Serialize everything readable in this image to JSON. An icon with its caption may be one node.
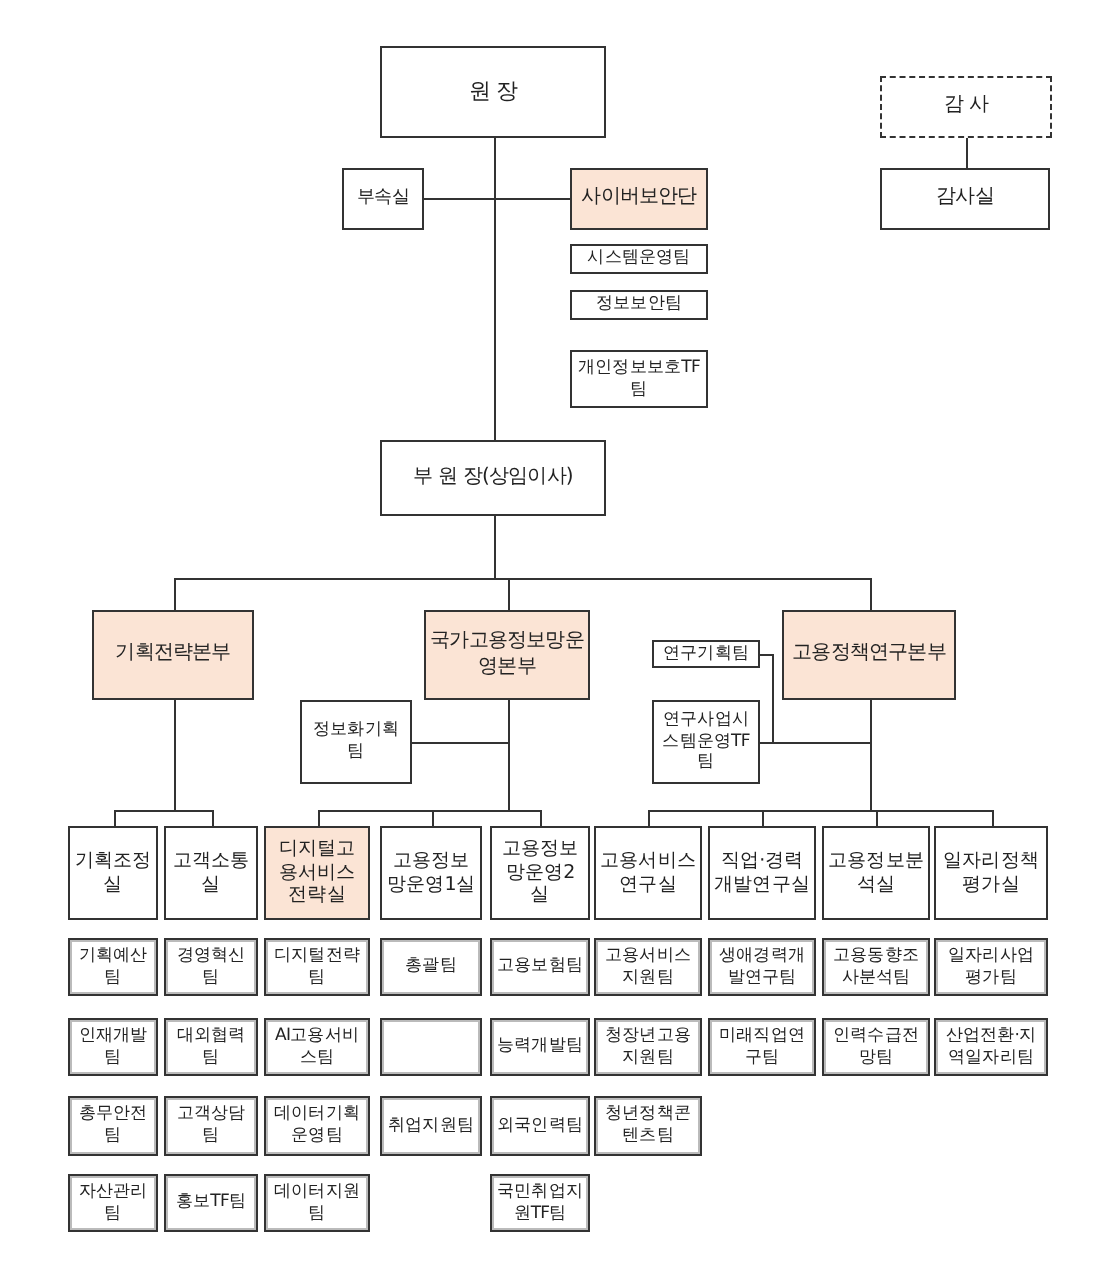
{
  "diagram": {
    "nodes": [
      {
        "text": [
          "원 장"
        ]
      },
      {
        "text": [
          "감 사"
        ]
      },
      {
        "text": [
          "부속실"
        ]
      },
      {
        "text": [
          "사이버보안단"
        ]
      },
      {
        "text": [
          "감사실"
        ]
      },
      {
        "text": [
          "시스템운영팀"
        ]
      },
      {
        "text": [
          "정보보안팀"
        ]
      },
      {
        "text": [
          "개인정보보호TF팀"
        ]
      },
      {
        "text": [
          "부 원 장(상임이사)"
        ]
      },
      {
        "text": [
          "기획전략본부"
        ]
      },
      {
        "text": [
          "국가고용정보망운영본부"
        ]
      },
      {
        "text": [
          "연구기획팀"
        ]
      },
      {
        "text": [
          "고용정책연구본부"
        ]
      },
      {
        "text": [
          "정보화기획팀"
        ]
      },
      {
        "text": [
          "연구사업시스템운영TF팀"
        ]
      },
      {
        "text": [
          "기획조정실"
        ]
      },
      {
        "text": [
          "고객소통실"
        ]
      },
      {
        "text": [
          "디지털고용서비스전략실"
        ]
      },
      {
        "text": [
          "고용정보망운영1실"
        ]
      },
      {
        "text": [
          "고용정보망운영2실"
        ]
      },
      {
        "text": [
          "고용서비스연구실"
        ]
      },
      {
        "text": [
          "직업·경력개발연구실"
        ]
      },
      {
        "text": [
          "고용정보분석실"
        ]
      },
      {
        "text": [
          "일자리정책평가실"
        ]
      },
      {
        "text": [
          "기획예산팀"
        ]
      },
      {
        "text": [
          "경영혁신팀"
        ]
      },
      {
        "text": [
          "디지털전략팀"
        ]
      },
      {
        "text": [
          "총괄팀"
        ]
      },
      {
        "text": [
          "고용보험팀"
        ]
      },
      {
        "text": [
          "고용서비스지원팀"
        ]
      },
      {
        "text": [
          "생애경력개발연구팀"
        ]
      },
      {
        "text": [
          "고용동향조사분석팀"
        ]
      },
      {
        "text": [
          "일자리사업평가팀"
        ]
      },
      {
        "text": [
          "인재개발팀"
        ]
      },
      {
        "text": [
          "대외협력팀"
        ]
      },
      {
        "text": [
          "AI고용서비스팀"
        ]
      },
      {
        "text": [],
        "shape": "box"
      },
      {
        "text": [
          "능력개발팀"
        ]
      },
      {
        "text": [
          "청장년고용지원팀"
        ]
      },
      {
        "text": [
          "미래직업연구팀"
        ]
      },
      {
        "text": [
          "인력수급전망팀"
        ]
      },
      {
        "text": [
          "산업전환·지역일자리팀"
        ]
      },
      {
        "text": [
          "총무안전팀"
        ]
      },
      {
        "text": [
          "고객상담팀"
        ]
      },
      {
        "text": [
          "데이터기획운영팀"
        ]
      },
      {
        "text": [
          "취업지원팀"
        ]
      },
      {
        "text": [
          "외국인력팀"
        ]
      },
      {
        "text": [
          "청년정책콘텐츠팀"
        ]
      },
      {
        "text": [
          "자산관리팀"
        ]
      },
      {
        "text": [
          "홍보TF팀"
        ]
      },
      {
        "text": [
          "데이터지원팀"
        ]
      },
      {
        "text": [
          "국민취업지원TF팀"
        ]
      }
    ],
    "edges": [
      {
        "from": 0,
        "to": 8,
        "arrow": "none"
      },
      {
        "from": 0,
        "to": 2,
        "arrow": "none"
      },
      {
        "from": 0,
        "to": 3,
        "arrow": "none"
      },
      {
        "from": 1,
        "to": 4,
        "arrow": "none"
      },
      {
        "from": 8,
        "to": 9,
        "arrow": "none"
      },
      {
        "from": 8,
        "to": 10,
        "arrow": "none"
      },
      {
        "from": 8,
        "to": 12,
        "arrow": "none"
      },
      {
        "from": 9,
        "to": 15,
        "arrow": "none"
      },
      {
        "from": 9,
        "to": 16,
        "arrow": "none"
      },
      {
        "from": 10,
        "to": 13,
        "arrow": "none"
      },
      {
        "from": 10,
        "to": 17,
        "arrow": "none"
      },
      {
        "from": 10,
        "to": 18,
        "arrow": "none"
      },
      {
        "from": 10,
        "to": 19,
        "arrow": "none"
      },
      {
        "from": 12,
        "to": 11,
        "arrow": "none"
      },
      {
        "from": 12,
        "to": 14,
        "arrow": "none"
      },
      {
        "from": 12,
        "to": 20,
        "arrow": "none"
      },
      {
        "from": 12,
        "to": 21,
        "arrow": "none"
      },
      {
        "from": 12,
        "to": 22,
        "arrow": "none"
      },
      {
        "from": 12,
        "to": 23,
        "arrow": "none"
      }
    ]
  }
}
